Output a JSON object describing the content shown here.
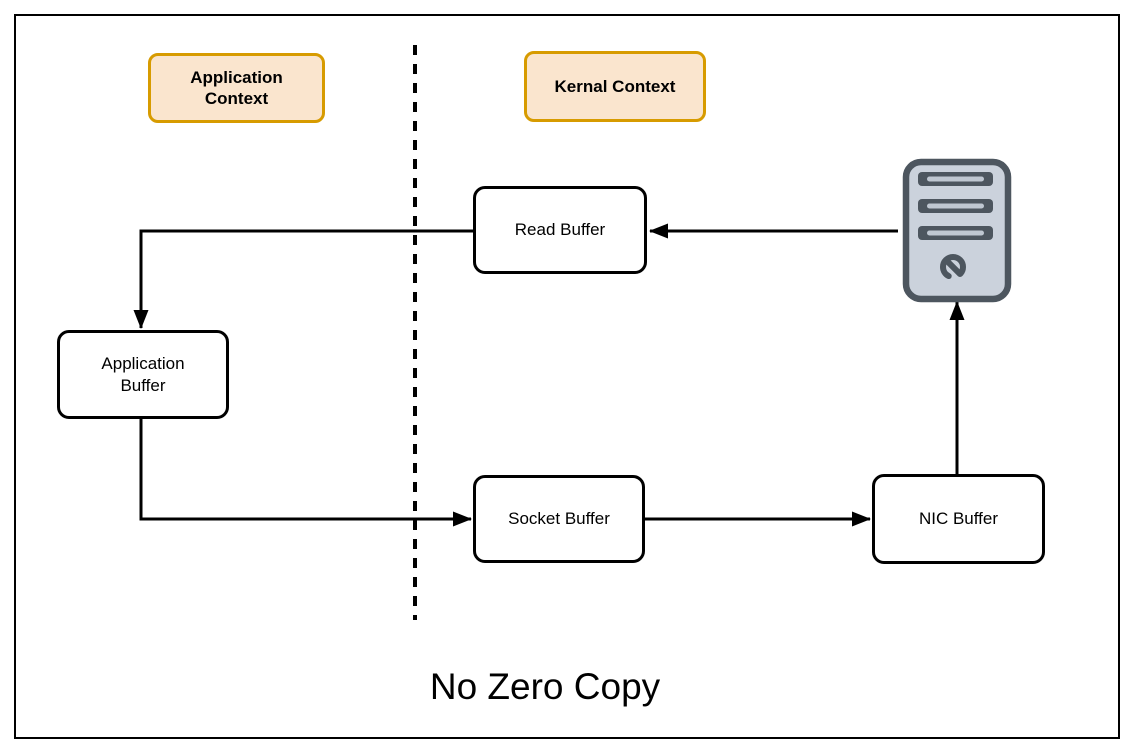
{
  "diagram": {
    "title": "No Zero Copy",
    "contexts": {
      "application": {
        "label": "Application Context"
      },
      "kernel": {
        "label": "Kernal Context"
      }
    },
    "nodes": {
      "read_buffer": {
        "label": "Read Buffer"
      },
      "application_buffer": {
        "label": "Application Buffer"
      },
      "socket_buffer": {
        "label": "Socket Buffer"
      },
      "nic_buffer": {
        "label": "NIC Buffer"
      }
    },
    "icons": {
      "server": "server-icon"
    },
    "edges": [
      {
        "from": "server",
        "to": "read_buffer",
        "direction": "left"
      },
      {
        "from": "read_buffer",
        "to": "application_buffer",
        "direction": "left-then-down"
      },
      {
        "from": "application_buffer",
        "to": "socket_buffer",
        "direction": "down-then-right"
      },
      {
        "from": "socket_buffer",
        "to": "nic_buffer",
        "direction": "right"
      },
      {
        "from": "nic_buffer",
        "to": "server",
        "direction": "up"
      }
    ],
    "divider": {
      "style": "dashed",
      "separates": [
        "Application Context",
        "Kernal Context"
      ]
    }
  },
  "colors": {
    "context_fill": "#FAE5CE",
    "context_border": "#D79B00",
    "node_fill": "#FFFFFF",
    "node_border": "#000000",
    "connector": "#000000",
    "server_fill": "#CBD2DC",
    "server_stroke": "#4D565F",
    "server_stripe": "#BFC7D1"
  }
}
